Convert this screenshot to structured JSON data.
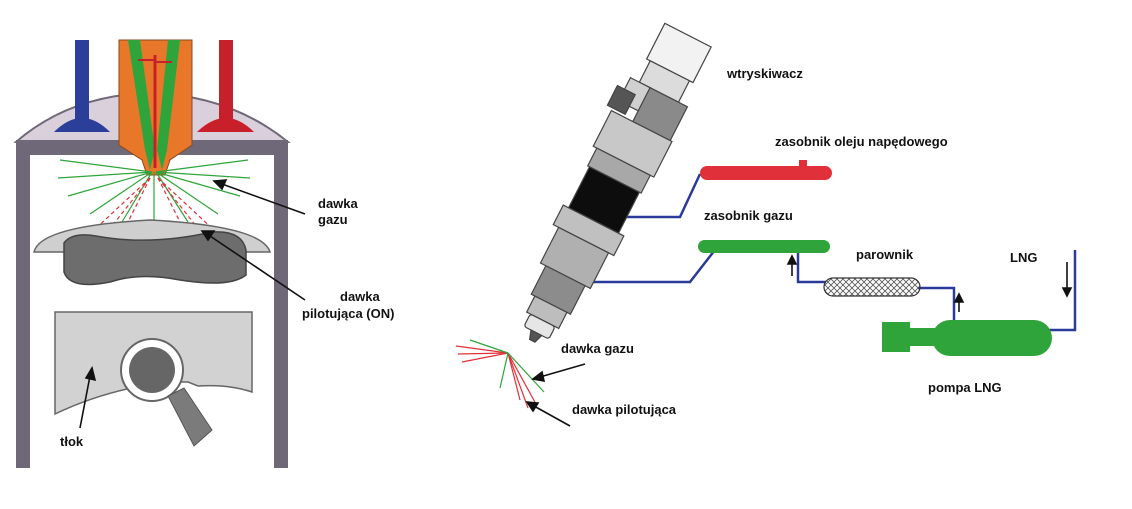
{
  "labels": {
    "gas_dose_left": [
      "dawka",
      "gazu"
    ],
    "pilot_dose_left": [
      "dawka",
      "pilotująca (ON)"
    ],
    "piston": "tłok",
    "injector": "wtryskiwacz",
    "diesel_rail": "zasobnik oleju napędowego",
    "gas_rail": "zasobnik gazu",
    "vaporizer": "parownik",
    "lng": "LNG",
    "gas_dose_right": "dawka gazu",
    "pilot_dose_right": "dawka pilotująca",
    "lng_pump": "pompa LNG"
  },
  "colors": {
    "inlet_valve": "#2b3f9a",
    "exhaust_valve": "#c8202a",
    "injector_body": "#e9772a",
    "gas_green": "#2fa43a",
    "diesel_red": "#e0303a",
    "line_blue": "#2a3a9a",
    "cylinder_wall": "#6f6878",
    "head_fill": "#d9d0dc",
    "piston_top": "#cfcfcf",
    "piston_body": "#6d6d6d"
  }
}
